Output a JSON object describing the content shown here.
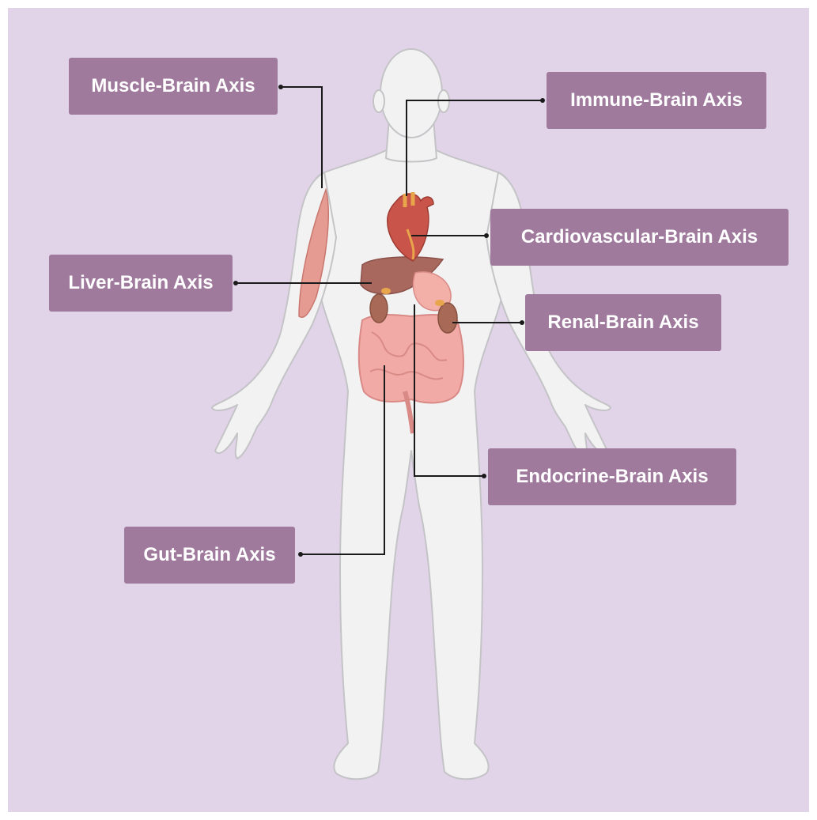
{
  "colors": {
    "background": "#e1d3e8",
    "label_fill": "#9f7a9d",
    "label_text": "#ffffff",
    "body_fill": "#f2f2f3",
    "body_outline": "#c4c4c7",
    "leader_line": "#1a1a1a",
    "muscle": "#e59b92",
    "heart": "#c9544a",
    "liver": "#a9685d",
    "kidney": "#a86a57",
    "intestine": "#f1aaa5",
    "adrenal": "#e9a54b"
  },
  "labels": {
    "muscle": "Muscle-Brain Axis",
    "immune": "Immune-Brain Axis",
    "cardiovascular": "Cardiovascular-Brain Axis",
    "liver": "Liver-Brain Axis",
    "renal": "Renal-Brain Axis",
    "endocrine": "Endocrine-Brain Axis",
    "gut": "Gut-Brain Axis"
  }
}
